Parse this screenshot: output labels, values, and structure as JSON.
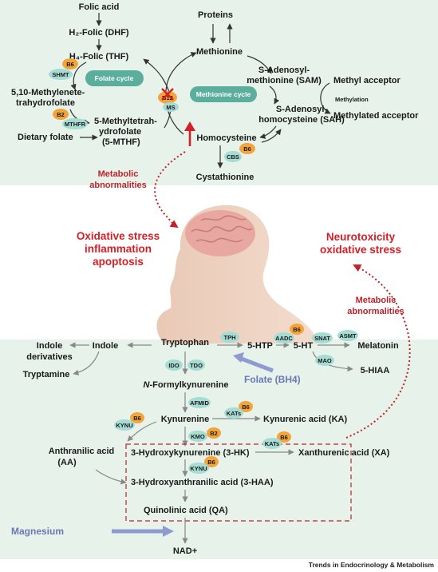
{
  "folate_cycle": {
    "folic_acid": "Folic acid",
    "dhf": "H₂-Folic (DHF)",
    "thf": "H₄-Folic (THF)",
    "mthf_line1": "5,10-Methylenete-",
    "mthf_line2": "trahydrofolate",
    "five_mthf_line1": "5-Methyltetrah-",
    "five_mthf_line2": "ydrofolate",
    "five_mthf_line3": "(5-MTHF)",
    "dietary_folate": "Dietary folate",
    "cycle_label": "Folate cycle"
  },
  "methionine_cycle": {
    "proteins": "Proteins",
    "methionine": "Methionine",
    "sam_line1": "S-Adenosyl-",
    "sam_line2": "methionine (SAM)",
    "methyl_acceptor": "Methyl acceptor",
    "methylation": "Methylation",
    "methylated_acceptor": "Methylated acceptor",
    "sah_line1": "S-Adenosyl-",
    "sah_line2": "homocysteine (SAH)",
    "homocysteine": "Homocysteine",
    "cystathionine": "Cystathionine",
    "cycle_label": "Methionine cycle"
  },
  "badges": {
    "b6": "B6",
    "b2": "B2",
    "b12": "B12",
    "shmt": "SHMT",
    "mthfr": "MTHFR",
    "ms": "MS",
    "cbs": "CBS",
    "tph": "TPH",
    "aadc": "AADC",
    "snat": "SNAT",
    "asmt": "ASMT",
    "mao": "MAO",
    "ido": "IDO",
    "tdo": "TDO",
    "afmid": "AFMID",
    "kats": "KATs",
    "kynu": "KYNU",
    "kmo": "KMO"
  },
  "center": {
    "metabolic_left_1": "Metabolic",
    "metabolic_left_2": "abnormalities",
    "ox_stress_1": "Oxidative stress",
    "ox_stress_2": "inflammation",
    "ox_stress_3": "apoptosis",
    "neurotox_1": "Neurotoxicity",
    "neurotox_2": "oxidative stress",
    "metabolic_right_1": "Metabolic",
    "metabolic_right_2": "abnormalities"
  },
  "tryptophan": {
    "indole": "Indole",
    "indole_deriv_1": "Indole",
    "indole_deriv_2": "derivatives",
    "tryptamine": "Tryptamine",
    "tryptophan": "Tryptophan",
    "five_htp": "5-HTP",
    "five_ht": "5-HT",
    "melatonin": "Melatonin",
    "five_hiaa": "5-HIAA",
    "folate_bh4": "Folate (BH4)",
    "n_formyl_prefix": "N",
    "n_formyl_rest": "-Formylkynurenine",
    "kynurenine": "Kynurenine",
    "kynurenic_acid": "Kynurenic acid (KA)",
    "anthranilic_1": "Anthranilic acid",
    "anthranilic_2": "(AA)",
    "three_hk": "3-Hydroxykynurenine (3-HK)",
    "xanthurenic": "Xanthurenic acid (XA)",
    "three_haa": "3-Hydroxyanthranilic acid (3-HAA)",
    "quinolinic": "Quinolinic acid (QA)",
    "magnesium": "Magnesium",
    "nad": "NAD+"
  },
  "credit": "Trends in Endocrinology & Metabolism",
  "colors": {
    "top_bg": "#e6f2ea",
    "bottom_bg": "#e6f2ea",
    "badge_orange": "#f3a53a",
    "badge_teal": "#a6dcd3",
    "cycle_green": "#5cae9c",
    "red": "#d41f26",
    "blue_arrow": "#8f9bd0"
  }
}
